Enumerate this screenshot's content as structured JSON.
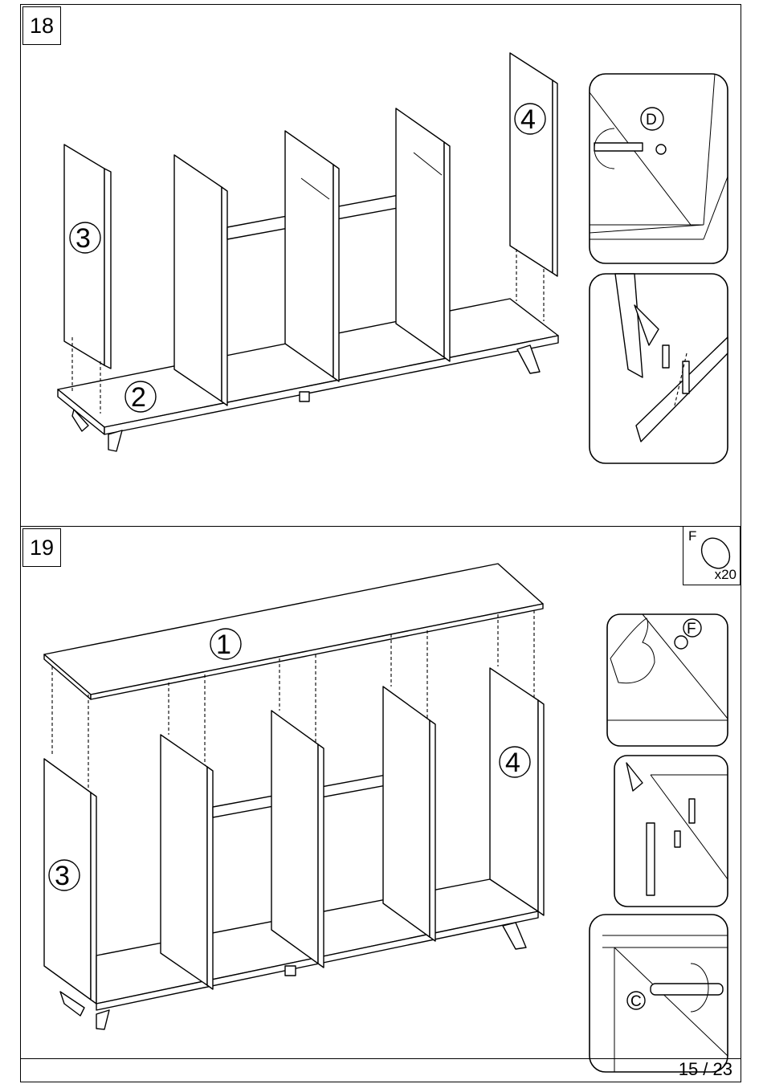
{
  "steps": [
    {
      "number": "18",
      "parts": [
        "3",
        "2",
        "4"
      ],
      "hardware": [
        "D"
      ]
    },
    {
      "number": "19",
      "parts": [
        "1",
        "4",
        "3"
      ],
      "hardware": [
        "F",
        "C"
      ]
    }
  ],
  "kit": {
    "letter": "F",
    "quantity": "x20"
  },
  "footer": {
    "page": "15 / 23"
  }
}
